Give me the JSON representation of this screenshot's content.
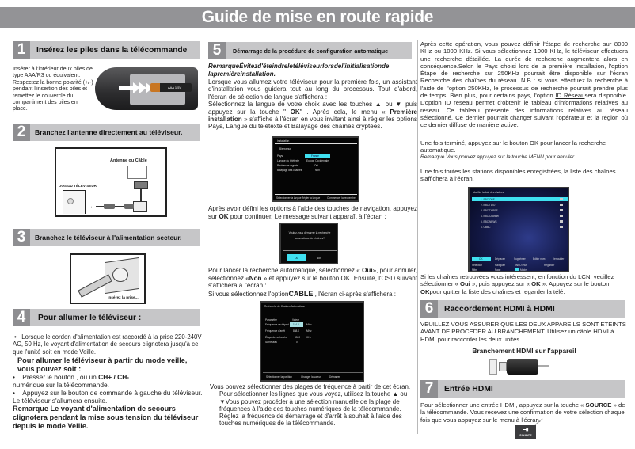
{
  "title": "Guide de mise en route rapide",
  "colors": {
    "title_bar": "#939396",
    "section_header": "#c6c6c8",
    "section_number": "#8e8e91",
    "tv_highlight": "#3fe0f0"
  },
  "sections": {
    "s1": {
      "number": "1",
      "title": "Insérez les piles dans la télécommande",
      "body": "Insérer à l'intérieur deux piles de type AAA/R3 ou équivalent. Respectez la bonne polarité (+/-) pendant l'insertion des piles et remettez le couvercle du compartiment des piles en place.",
      "image": {
        "name": "remote-battery-compartment",
        "battery_label": "AAA 1.5V"
      }
    },
    "s2": {
      "number": "2",
      "title": "Branchez l'antenne directement au téléviseur.",
      "image": {
        "label_top": "Antenne ou Câble",
        "label_left": "DOS DU TÉLÉVISEUR",
        "port_label": "ANT"
      }
    },
    "s3": {
      "number": "3",
      "title": "Branchez le téléviseur à l'alimentation secteur.",
      "image": {
        "caption": "Insérez la prise..."
      }
    },
    "s4": {
      "number": "4",
      "title": "Pour allumer le téléviseur :",
      "bullet1": "Lorsque le cordon d'alimentation est raccordé à la prise 220-240V AC, 50 Hz, le voyant d'alimentation de secours clignotera jusqu'à ce que l'unité soit en mode Veille.",
      "subheading": "Pour allumer le téléviseur à partir du mode veille, vous pouvez soit :",
      "bullet2_a": "Presser le bouton , ou un",
      "bullet2_keys": "CH+ / CH-",
      "bullet2_b": "numérique sur la télécommande.",
      "bullet3": "Appuyez sur le bouton de commande à gauche du téléviseur. Le téléviseur s'allumera ensuite.",
      "note": "Remarque Le voyant d'alimentation de secours clignotera pendant la mise sous tension du téléviseur depuis le mode Veille.",
      "bullet_char": "•"
    },
    "s5": {
      "number": "5",
      "title": "Démarrage de la procédure de configuration automatique",
      "note": "RemarqueÉvitezd'éteindreletéléviseurlorsdel'initialisationde lapremièreinstallation.",
      "p1": "Lorsque vous allumez votre téléviseur pour la première fois, un assistant d'installation vous guidera tout au long du processus. Tout d'abord, l'écran de sélection de langue s'affichera :",
      "p2_a": "Sélectionnez la langue de votre choix avec les touches ",
      "p2_up": "▲",
      "p2_or": " ou ",
      "p2_down": "▼",
      "p2_b": " puis appuyez sur la touche \" ",
      "p2_ok": "OK",
      "p2_c": "\" . Après cela, le menu « ",
      "p2_menu": "Première installation",
      "p2_d": " » s'affiche à l'écran en vous invitant ainsi à régler les options Pays, Langue du télétexte et Balayage des chaînes cryptées.",
      "screen1": {
        "header": "Installation",
        "subtitle": "Bienvenue",
        "rows": [
          {
            "label": "Pays",
            "value": "France"
          },
          {
            "label": "Langue du télétexte",
            "value": "Europe Occidentale"
          },
          {
            "label": "Recherche cryptée",
            "value": "Oui"
          },
          {
            "label": "Balayage des chaînes",
            "value": "Non"
          }
        ],
        "footer": [
          "Sélectionner la langue",
          "Régler la langue",
          "Commencer la recherche"
        ]
      },
      "p3_a": "Après avoir défini les options à l'aide des touches de navigation, appuyez sur ",
      "p3_ok": "OK",
      "p3_b": " pour continuer. Le message suivant apparaît à l'écran :",
      "dialog": {
        "question": "Voulez-vous démarrer la recherche automatique de chaînes?",
        "yes": "Oui",
        "no": "Non"
      },
      "p4_a": "Pour lancer la recherche automatique, sélectionnez « ",
      "p4_yes": "Oui",
      "p4_b": "», pour annuler, sélectionnez «",
      "p4_no": "Non",
      "p4_c": " » et appuyez sur le bouton OK. Ensuite, l'OSD suivant s'affichera à l'écran :",
      "p5_a": "Si vous sélectionnez l'option",
      "p5_cable": "CABLE",
      "p5_b": " , l'écran ci-après s'affichera :",
      "screen2": {
        "header": "Recherche de Chaînes Automatique",
        "col_a": "Paramètre",
        "col_b": "Valeur",
        "rows": [
          {
            "label": "Fréquence de départ",
            "value": "114.0",
            "unit": "MHz"
          },
          {
            "label": "Fréquence d'arrêt",
            "value": "858.0",
            "unit": "MHz"
          },
          {
            "label": "Étape de recherche",
            "value": "8000",
            "unit": "KHz"
          },
          {
            "label": "ID Réseau",
            "value": "0",
            "unit": ""
          }
        ],
        "footer": [
          "Sélectionner la position",
          "Changer la valeur",
          "Démarrer"
        ]
      },
      "p6": "Vous pouvez sélectionner des plages de fréquence à partir de cet écran. Pour sélectionner les lignes que vous voyez, utilisez la touche  ▲ ou ▼Vous pouvez procéder à une sélection manuelle de la plage de fréquences à l'aide des touches numériques de la télécommande. Réglez la fréquence de démarrage et d'arrêt à souhait à l'aide des touches numériques de la télécommande."
    },
    "col3": {
      "p1_a": "Après cette opération, vous pouvez définir l'étape de recherche sur 8000 KHz ou 1000 KHz. Si vous sélectionnez 1000 KHz, le téléviseur effectuera une recherche détaillée. La durée de recherche augmentera alors en conséquence.Selon le Pays choisi lors de la première installation, l'option Étape de recherche sur 250KHz pourrait être disponible sur l'écran Recherche des chaînes du réseau. N.B : si vous effectuez la recherche à l'aide de l'option 250KHz, le processus de recherche pourrait prendre plus de temps. Bien plus, pour certains pays, l'option ",
      "p1_link": "ID Réseau",
      "p1_b": "sera disponible. L'option ID réseau permet d'obtenir le tableau d'informations relatives au réseau. Ce tableau présente des informations relatives au réseau sélectionné. Ce dernier pourrait changer suivant l'opérateur et la région où ce dernier diffuse de manière active.",
      "p2": " Une fois terminé, appuyez sur le bouton OK pour lancer la recherche automatique.",
      "note": "Remarque Vous pouvez appuyez sur la touche MENU pour annuler.",
      "p3": "Une fois toutes les stations disponibles enregistrées, la liste des chaînes s'affichera à l'écran.",
      "screen3": {
        "header": "Modifier la liste des chaînes",
        "channels": [
          "1. BBC ONE",
          "2. BBC TWO",
          "3. BBC THREE",
          "4. BBC Channel",
          "5. BBC NEWS",
          "6. CBBC"
        ],
        "tabs": [
          "OK",
          "Déplacer",
          "Supprimer",
          "Éditer nom",
          "Verrouiller"
        ],
        "legend": [
          "Sélection",
          "Naviguer",
          "INFO Plus",
          "Regarder",
          "Filtre",
          "Page",
          "Mode"
        ]
      },
      "p4_a": "Si les chaînes retrouvées vous intéressent, en fonction du LCN, veuillez sélectionner « ",
      "p4_yes": "Oui",
      "p4_b": " », puis appuyez sur « ",
      "p4_ok": "OK",
      "p4_c": " ». Appuyez sur le bouton ",
      "p4_ok2": "OK",
      "p4_d": "pour quitter la liste des chaînes et regarder la télé."
    },
    "s6": {
      "number": "6",
      "title": "Raccordement HDMI à HDMI",
      "body": "VEUILLEZ VOUS ASSURER QUE LES DEUX APPAREILS SONT ETEINTS AVANT DE PROCEDER AU BRANCHEMENT. Utilisez un câble HDMI à HDMI pour raccorder les deux unités.",
      "image_caption": "Branchement HDMI sur l'appareil"
    },
    "s7": {
      "number": "7",
      "title": "Entrée HDMI",
      "body_a": "Pour sélectionner une entrée HDMI, appuyez sur la  touche  « ",
      "body_key": "SOURCE",
      "body_b": " » de la télécommande. Vous recevez une confirmation de votre sélection chaque fois que vous appuyez sur le menu à l'écran.",
      "button_label": "SOURCE",
      "button_icon": "⇥"
    }
  }
}
